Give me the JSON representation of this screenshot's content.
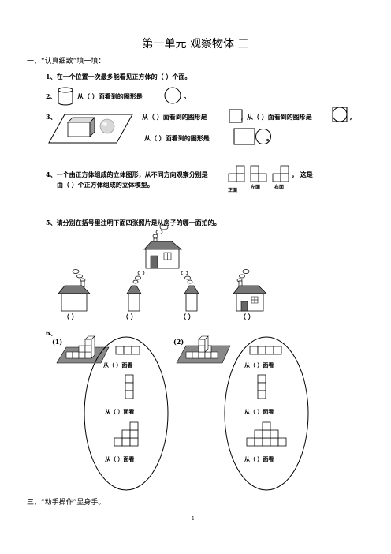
{
  "title": "第一单元  观察物体  三",
  "section1": "一、“认真细致”填一填：",
  "q1": "1、在一个位置一次最多能看见正方体的（     ）个面。",
  "q2": {
    "num": "2、",
    "text": "从（     ）面看到的图形是",
    "end": "。"
  },
  "q3": {
    "num": "3、",
    "line1a": "从（     ）面看到的图形是",
    "line1b": "，从（     ）面看到的图形是",
    "line1end": "，",
    "line2": "从（     ）面看到的图形是",
    "line2end": "。"
  },
  "q4": {
    "line1": "4、一个由正方体组成的立体图形，从不同方向观察分别是",
    "line1end": "，  这是",
    "line2": "由（     ）个正方体组成的立体模型。",
    "views": [
      "正面",
      "左面",
      "右面"
    ]
  },
  "q5": {
    "text": "5、请分别在括号里注明下面四张照片是从房子的哪一面拍的。",
    "blanks": [
      "（     ）",
      "（     ）",
      "（     ）",
      "（     ）"
    ]
  },
  "q6": {
    "num": "6、",
    "part1": "(1)",
    "part2": "(2)",
    "prompt": "从（     ）面看"
  },
  "section3": "三、“动手操作”显身手。",
  "page_number": "1"
}
